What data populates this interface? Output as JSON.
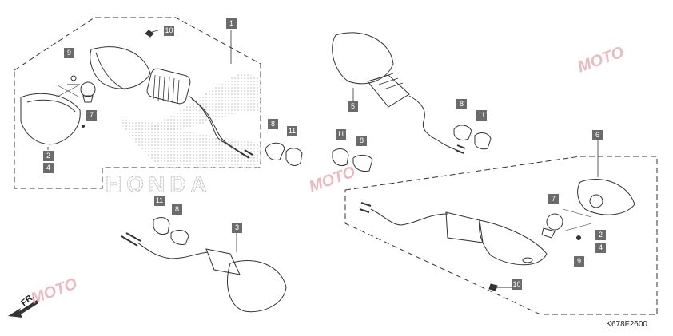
{
  "diagram_code": "K678F2600",
  "direction_label": "FR.",
  "brand_mark": "HONDA",
  "watermark": "MOTO",
  "callouts": {
    "a1": "1",
    "a2": "2",
    "a3": "4",
    "a4": "3",
    "a5": "5",
    "a6": "6",
    "b7_left": "7",
    "b7_right": "7",
    "b8_a": "8",
    "b8_b": "8",
    "b8_c": "8",
    "b8_d": "8",
    "b9_left": "9",
    "b9_right": "9",
    "b10_top": "10",
    "b10_bottom": "10",
    "b11_a": "11",
    "b11_b": "11",
    "b11_c": "11",
    "b11_d": "11",
    "b2_right": "2",
    "b4_right": "4"
  },
  "colors": {
    "line": "#333333",
    "callout_bg": "#6b6b6b",
    "halftone": "#d6d6d6",
    "watermark": "#e6a8b4"
  }
}
